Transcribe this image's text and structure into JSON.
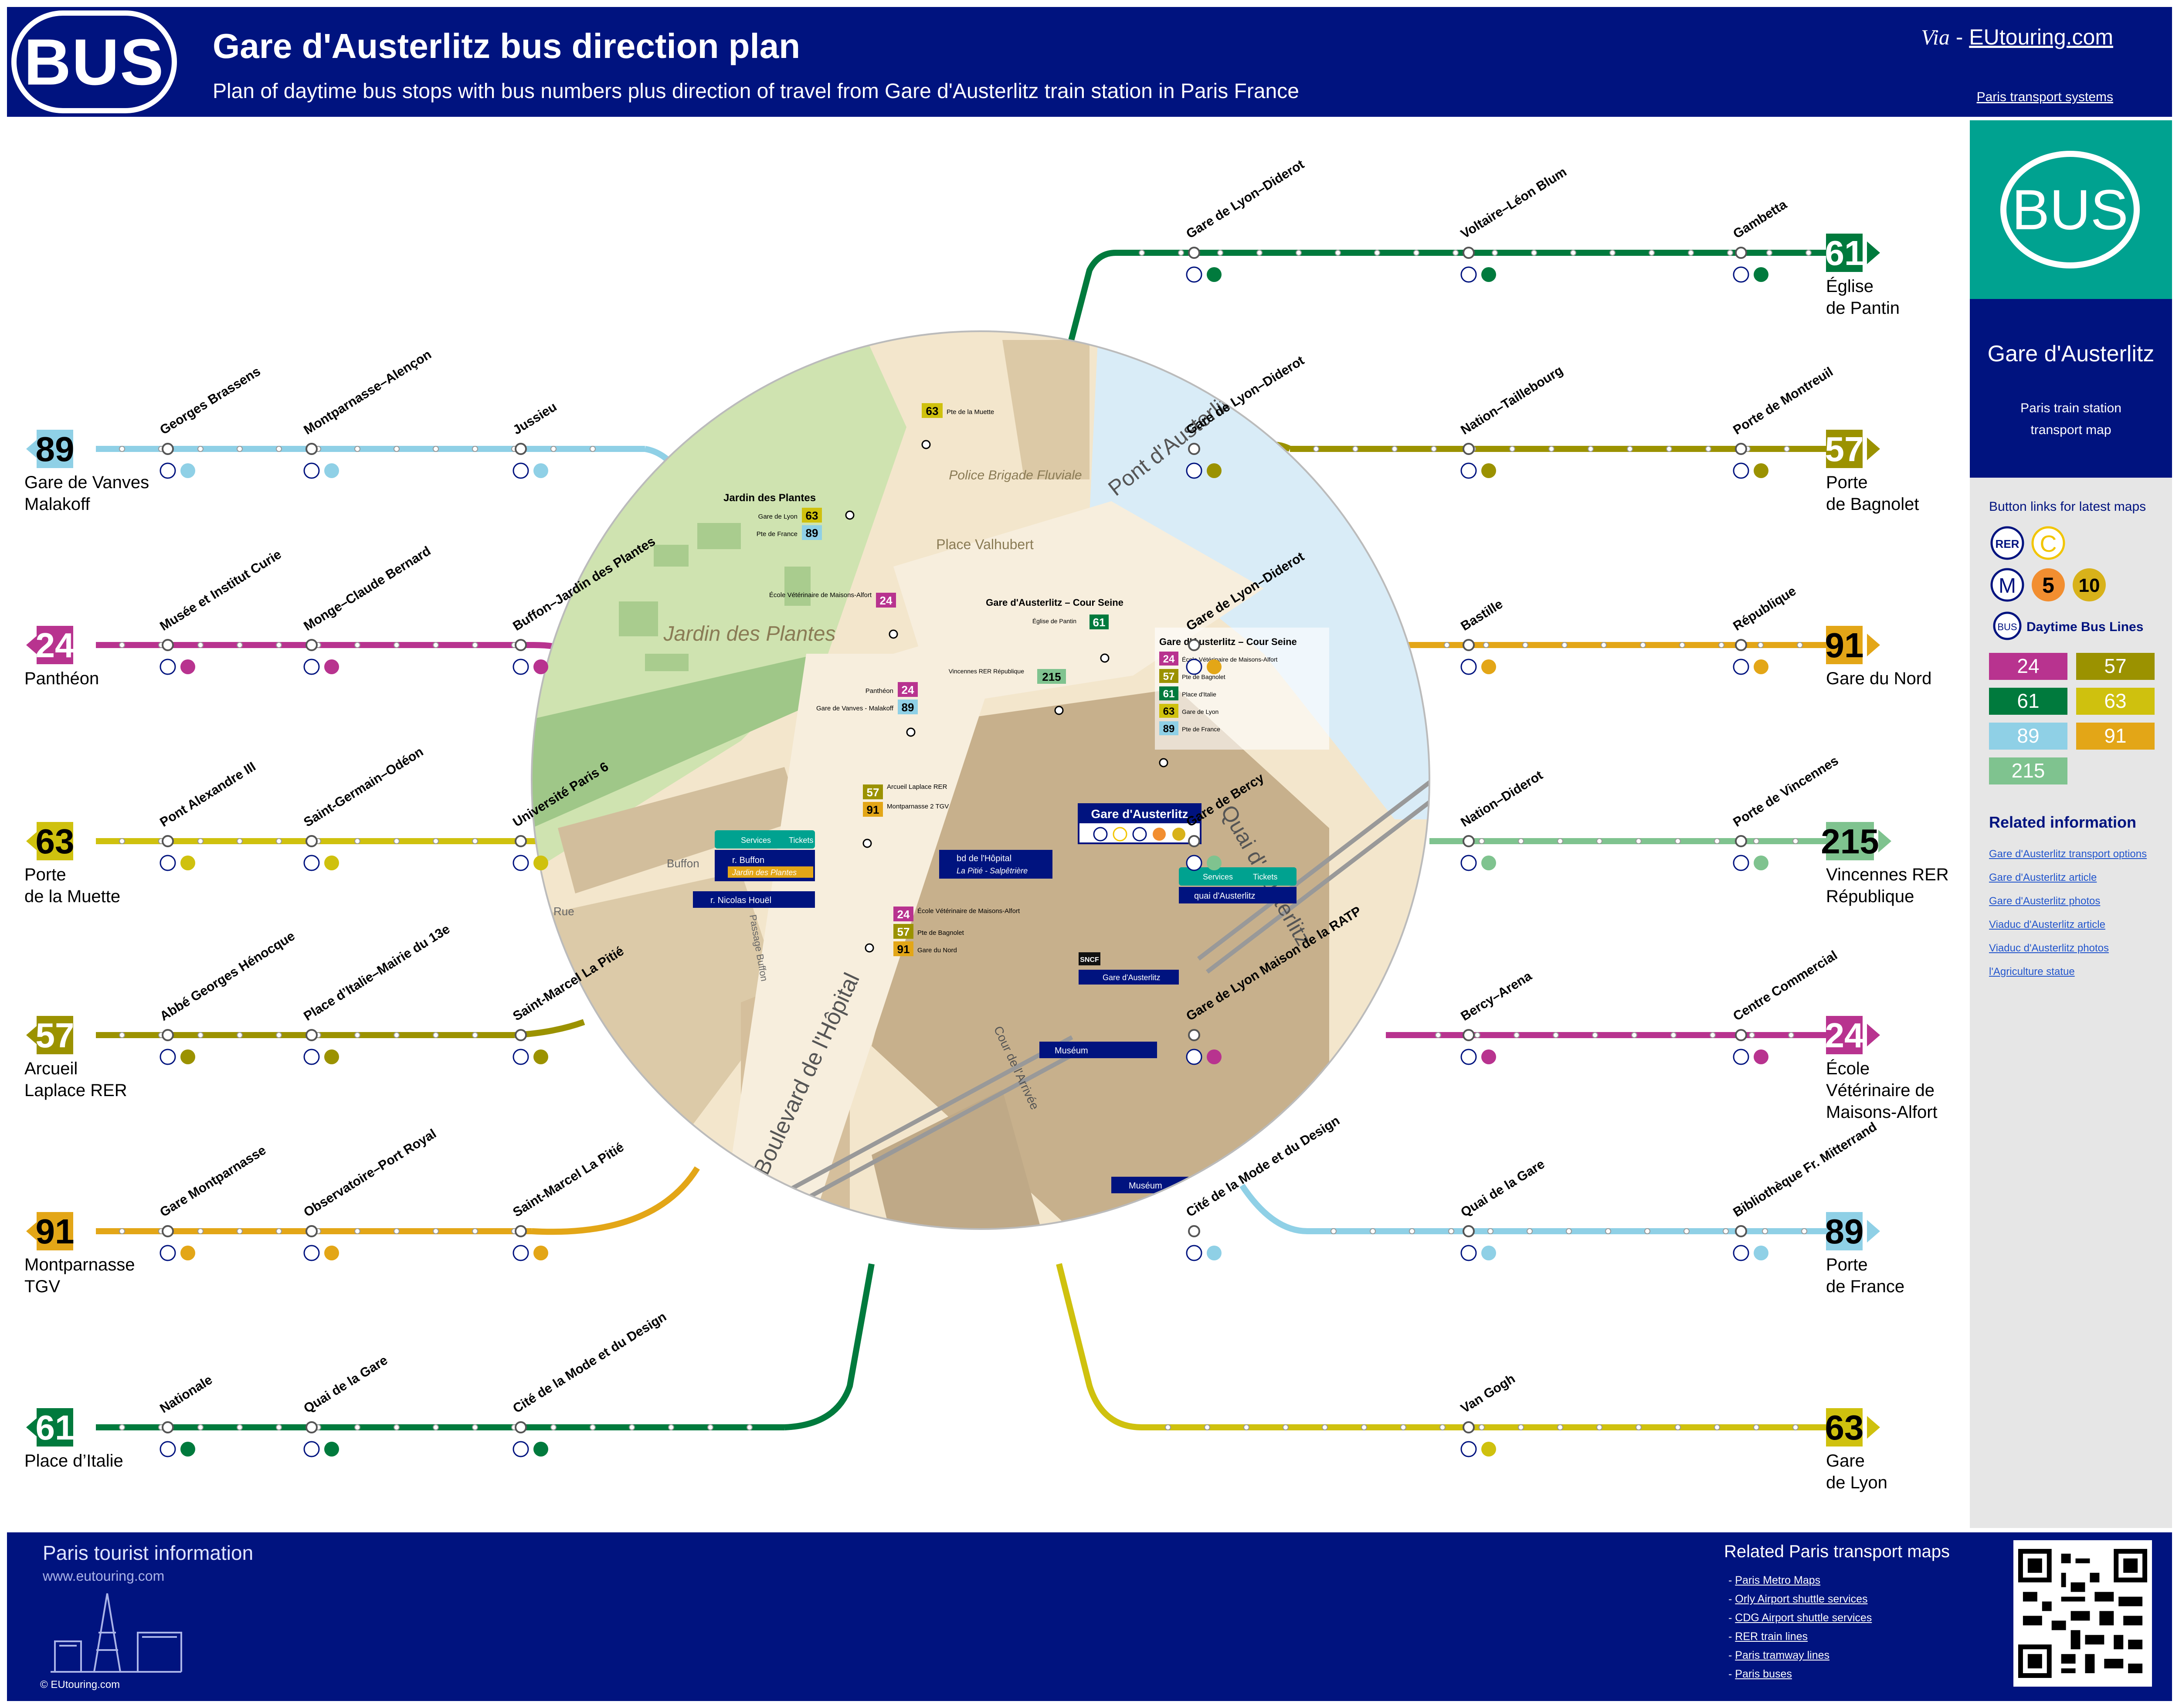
{
  "header": {
    "logo": "BUS",
    "title": "Gare d'Austerlitz bus direction plan",
    "subtitle": "Plan of daytime bus stops with bus numbers plus direction of travel from Gare d'Austerlitz train station in Paris France",
    "via_prefix": "Via",
    "via_dash": " - ",
    "via_link": "EUtouring.com",
    "link": "Paris transport systems"
  },
  "colors": {
    "l24": "#b8338f",
    "l57": "#9b9200",
    "l61": "#007a3d",
    "l63": "#cfc10e",
    "l89": "#8fd0e6",
    "l91": "#e3a617",
    "l215": "#7fc38f",
    "navy": "#00137f"
  },
  "sidebar": {
    "logo": "BUS",
    "title": "Gare d'Austerlitz",
    "line1": "Paris train station",
    "line2": "transport map",
    "buttons_label": "Button links for latest maps",
    "rer": "RER",
    "c": "C",
    "m": "M",
    "m5": "5",
    "m10": "10",
    "daytime_label": "Daytime Bus Lines",
    "lines": [
      "24",
      "57",
      "61",
      "63",
      "89",
      "91",
      "215"
    ],
    "related_head": "Related information",
    "related": [
      "Gare d'Austerlitz transport options",
      "Gare d'Austerlitz article",
      "Gare d'Austerlitz photos",
      "Viaduc d'Austerlitz article",
      "Viaduc d'Austerlitz photos",
      "l'Agriculture statue"
    ]
  },
  "routes": [
    {
      "id": "l89w",
      "num": "89",
      "color": "#8fd0e6",
      "dest": [
        "Gare de Vanves",
        "Malakoff"
      ],
      "stops": [
        "Georges Brassens",
        "Montparnasse–Alençon",
        "Jussieu"
      ]
    },
    {
      "id": "l24w",
      "num": "24",
      "color": "#b8338f",
      "dest": [
        "Panthéon"
      ],
      "stops": [
        "Musée et Institut Curie",
        "Monge–Claude Bernard",
        "Buffon–Jardin des Plantes"
      ]
    },
    {
      "id": "l63w",
      "num": "63",
      "color": "#cfc10e",
      "dest": [
        "Porte",
        "de la Muette"
      ],
      "stops": [
        "Pont Alexandre III",
        "Saint-Germain–Odéon",
        "Université Paris 6"
      ]
    },
    {
      "id": "l57w",
      "num": "57",
      "color": "#9b9200",
      "dest": [
        "Arcueil",
        "Laplace RER"
      ],
      "stops": [
        "Abbé Georges Hénocque",
        "Place d’Italie–Mairie du 13e",
        "Saint-Marcel La Pitié"
      ]
    },
    {
      "id": "l91w",
      "num": "91",
      "color": "#e3a617",
      "dest": [
        "Montparnasse",
        "TGV"
      ],
      "stops": [
        "Gare Montparnasse",
        "Observatoire–Port Royal",
        "Saint-Marcel La Pitié"
      ]
    },
    {
      "id": "l61w",
      "num": "61",
      "color": "#007a3d",
      "dest": [
        "Place d’Italie"
      ],
      "stops": [
        "Nationale",
        "Quai de la Gare",
        "Cité de la Mode et du Design"
      ]
    },
    {
      "id": "l61e",
      "num": "61",
      "color": "#007a3d",
      "dest": [
        "Église",
        "de Pantin"
      ],
      "stops": [
        "Gare de Lyon–Diderot",
        "Voltaire–Léon Blum",
        "Gambetta"
      ]
    },
    {
      "id": "l57e",
      "num": "57",
      "color": "#9b9200",
      "dest": [
        "Porte",
        "de Bagnolet"
      ],
      "stops": [
        "Gare de Lyon–Diderot",
        "Nation–Taillebourg",
        "Porte de Montreuil"
      ]
    },
    {
      "id": "l91e",
      "num": "91",
      "color": "#e3a617",
      "dest": [
        "Gare du Nord"
      ],
      "stops": [
        "Gare de Lyon–Diderot",
        "Bastille",
        "République"
      ]
    },
    {
      "id": "l215e",
      "num": "215",
      "color": "#7fc38f",
      "dest": [
        "Vincennes RER",
        "République"
      ],
      "stops": [
        "Gare de Bercy",
        "Nation–Diderot",
        "Porte de Vincennes"
      ]
    },
    {
      "id": "l24e",
      "num": "24",
      "color": "#b8338f",
      "dest": [
        "École",
        "Vétérinaire de",
        "Maisons-Alfort"
      ],
      "stops": [
        "Gare de Lyon Maison de la RATP",
        "Bercy–Arena",
        "Centre Commercial"
      ]
    },
    {
      "id": "l89e",
      "num": "89",
      "color": "#8fd0e6",
      "dest": [
        "Porte",
        "de France"
      ],
      "stops": [
        "Cité de la Mode et du Design",
        "Quai de la Gare",
        "Bibliothèque Fr. Mitterrand"
      ]
    },
    {
      "id": "l63e",
      "num": "63",
      "color": "#cfc10e",
      "dest": [
        "Gare",
        "de Lyon"
      ],
      "stops": [
        "Van Gogh"
      ]
    }
  ],
  "map": {
    "jardin": "Jardin des Plantes",
    "place": "Place Valhubert",
    "pont": "Pont d'Austerlitz",
    "police": "Police Brigade Fluviale",
    "quai": "Quai d'Austerlitz",
    "boulevard": "Boulevard de l'Hôpital",
    "cour": "Cour de l'Arrivée",
    "buffon": "Buffon",
    "rue": "Rue",
    "station": "Gare d'Austerlitz",
    "museum": "Muséum",
    "bd_hopital": "bd de l'Hôpital",
    "pitie": "La Pitié - Salpêtrière",
    "r_buffon": "r. Buffon",
    "jardin_sub": "Jardin des Plantes",
    "r_houel": "r. Nicolas Houël",
    "quai_aust": "quai d'Austerlitz",
    "services": "Services",
    "tickets": "Tickets",
    "cour_seine": "Gare d'Austerlitz – Cour Seine",
    "eglise": "Église de Pantin",
    "vincennes": "Vincennes RER République",
    "pte_muette": "Pte de la Muette",
    "gare_lyon": "Gare de Lyon",
    "pte_france": "Pte de France",
    "ecole": "École Vétérinaire de Maisons-Alfort",
    "pte_bagnolet": "Pte de Bagnolet",
    "place_italie": "Place d'Italie",
    "pantheon": "Panthéon",
    "vanves": "Gare de Vanves - Malakoff",
    "arcueil": "Arcueil Laplace RER",
    "mtp": "Montparnasse 2 TGV",
    "gare_nord": "Gare du Nord",
    "sncf": "SNCF",
    "passage": "Passage Buffon"
  },
  "footer": {
    "title": "Paris tourist information",
    "url": "www.eutouring.com",
    "copy": "© EUtouring.com",
    "related": "Related Paris transport maps",
    "links": [
      "Paris Metro Maps",
      "Orly Airport shuttle services",
      "CDG Airport shuttle services",
      "RER train lines",
      "Paris tramway lines",
      "Paris buses"
    ]
  }
}
